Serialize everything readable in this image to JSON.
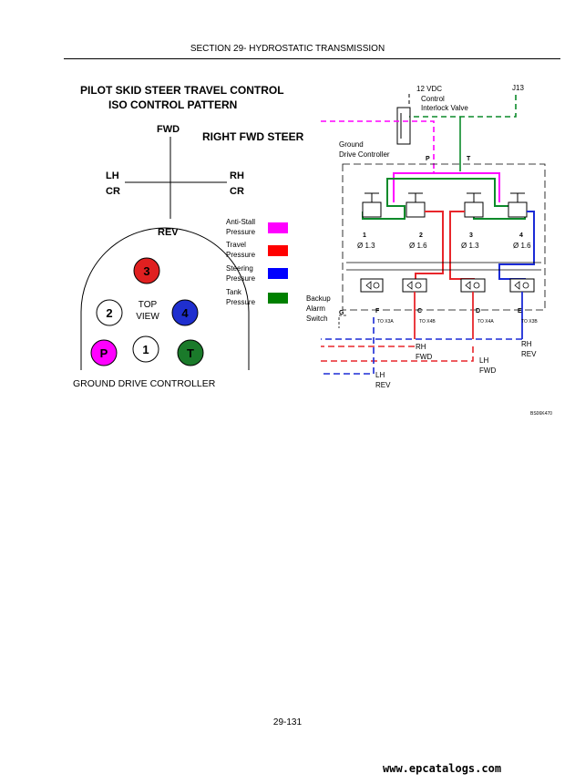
{
  "header": {
    "section_title": "SECTION 29- HYDROSTATIC TRANSMISSION"
  },
  "diagram": {
    "title_line1": "PILOT SKID STEER TRAVEL CONTROL",
    "title_line2": "ISO CONTROL PATTERN",
    "pattern": {
      "fwd": "FWD",
      "rev": "REV",
      "left_1": "LH",
      "left_2": "CR",
      "right_1": "RH",
      "right_2": "CR",
      "right_fwd_steer": "RIGHT FWD STEER"
    },
    "controller": {
      "top_view_1": "TOP",
      "top_view_2": "VIEW",
      "port_3": "3",
      "port_2": "2",
      "port_4": "4",
      "port_p": "P",
      "port_1": "1",
      "port_t": "T",
      "caption": "GROUND DRIVE CONTROLLER"
    },
    "legend": [
      {
        "line1": "Anti-Stall",
        "line2": "Pressure",
        "color": "#ff00ff"
      },
      {
        "line1": "Travel",
        "line2": "Pressure",
        "color": "#ff0000"
      },
      {
        "line1": "Steering",
        "line2": "Pressure",
        "color": "#0000ff"
      },
      {
        "line1": "Tank",
        "line2": "Pressure",
        "color": "#008000"
      }
    ],
    "colors": {
      "red": "#e8262b",
      "blue": "#1b2bd6",
      "green": "#0b8a2a",
      "magenta": "#ff00ff"
    },
    "schematic": {
      "voltage": "12 VDC",
      "valve_line1": "Control",
      "valve_line2": "Interlock Valve",
      "j13": "J13",
      "gdc_line1": "Ground",
      "gdc_line2": "Drive Controller",
      "port_p": "P",
      "port_t": "T",
      "num_1": "1",
      "num_2": "2",
      "num_3": "3",
      "num_4": "4",
      "orifice_1": "Ø 1.3",
      "orifice_2": "Ø 1.6",
      "orifice_3": "Ø 1.3",
      "orifice_4": "Ø 1.6",
      "backup_line1": "Backup",
      "backup_line2": "Alarm",
      "backup_line3": "Switch",
      "letter_g": "G",
      "letter_f": "F",
      "letter_c": "C",
      "letter_d": "D",
      "letter_e": "E",
      "to_f": "TO X3A",
      "to_c": "TO X4B",
      "to_d": "TO X4A",
      "to_e": "TO X3B",
      "rh_fwd_1": "RH",
      "rh_fwd_2": "FWD",
      "rh_rev_1": "RH",
      "rh_rev_2": "REV",
      "lh_fwd_1": "LH",
      "lh_fwd_2": "FWD",
      "lh_rev_1": "LH",
      "lh_rev_2": "REV",
      "figure_code": "BS06K470"
    }
  },
  "footer": {
    "page_number": "29-131"
  },
  "watermark": {
    "text": "www.epcatalogs.com"
  }
}
